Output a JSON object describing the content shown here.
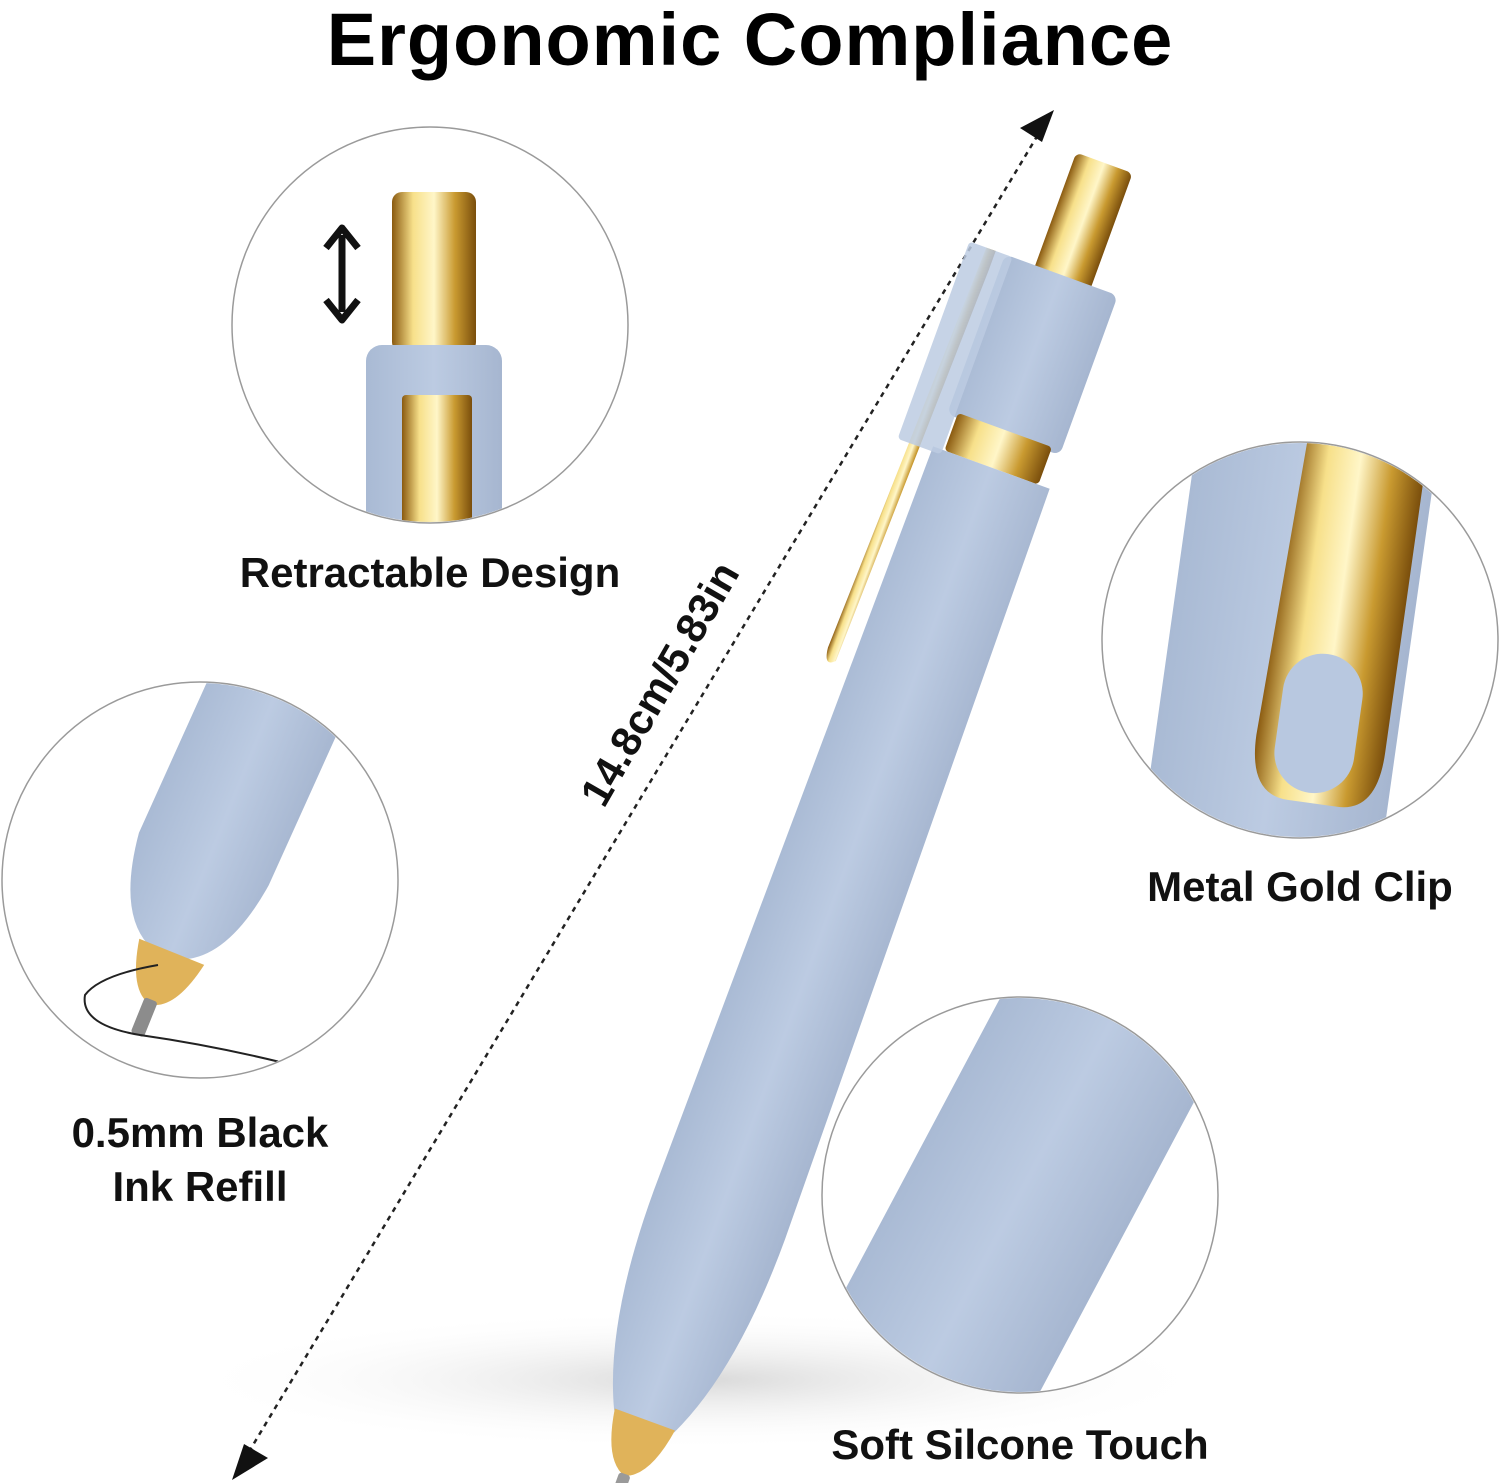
{
  "title": "Ergonomic Compliance",
  "dimension": "14.8cm/5.83in",
  "features": {
    "retractable": "Retractable Design",
    "clip": "Metal Gold Clip",
    "refill": [
      "0.5mm Black",
      "Ink Refill"
    ],
    "touch": "Soft Silcone Touch"
  },
  "colors": {
    "pen_body": "#b8c8e0",
    "gold": "#d4a84a",
    "circle_border": "#9a9a9a"
  }
}
